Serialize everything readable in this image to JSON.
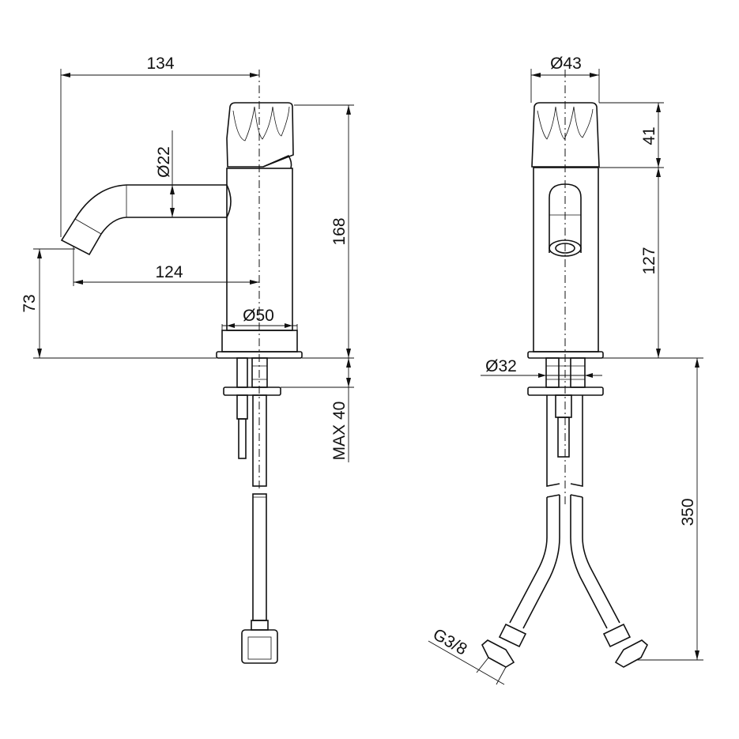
{
  "dimensions": {
    "spout_reach_total": "134",
    "spout_diameter": "Ø22",
    "spout_reach": "124",
    "spout_height": "73",
    "total_height": "168",
    "body_diameter": "Ø50",
    "max_deck_thickness": "MAX 40",
    "handle_diameter": "Ø43",
    "handle_height": "41",
    "body_height": "127",
    "stud_diameter": "Ø32",
    "hose_length": "350",
    "connection_thread": "G3/8"
  }
}
